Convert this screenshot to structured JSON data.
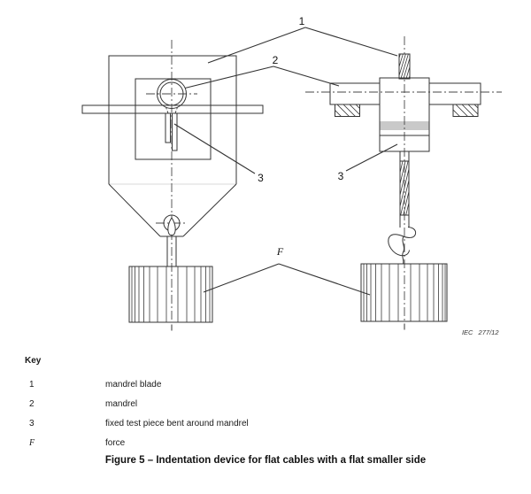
{
  "figure": {
    "callouts": {
      "mandrel_blade": "1",
      "mandrel": "2",
      "test_piece_front": "3",
      "test_piece_side": "3",
      "force": "F"
    },
    "credit": "IEC 277/12"
  },
  "key": {
    "heading": "Key",
    "items": [
      {
        "symbol": "1",
        "description": "mandrel blade"
      },
      {
        "symbol": "2",
        "description": "mandrel"
      },
      {
        "symbol": "3",
        "description": "fixed test piece bent around mandrel"
      },
      {
        "symbol": "F",
        "description": "force"
      }
    ]
  },
  "caption": "Figure 5 – Indentation device for flat cables with a flat smaller side",
  "colors": {
    "line": "#333333",
    "shaded_band": "#c9c9c9",
    "fold_line": "#d9d9d9"
  }
}
